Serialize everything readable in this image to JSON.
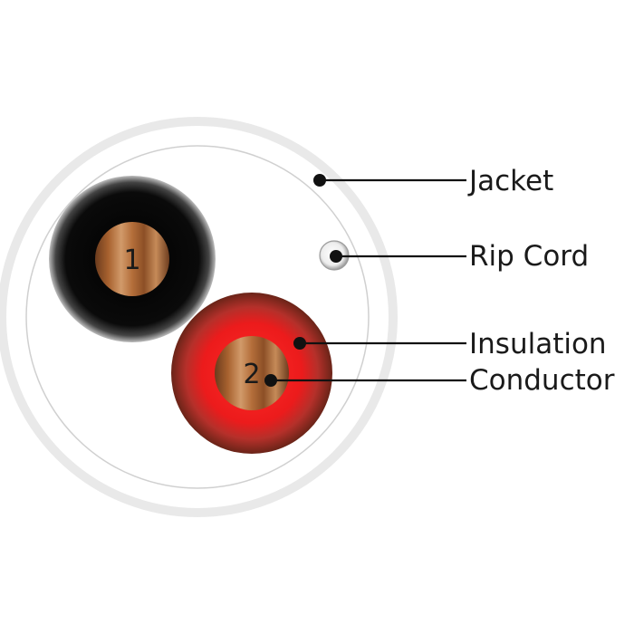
{
  "diagram": {
    "conductors": [
      {
        "number": "1",
        "insulation_color": "#000000"
      },
      {
        "number": "2",
        "insulation_color": "#e8141a"
      }
    ],
    "labels": {
      "jacket": "Jacket",
      "rip_cord": "Rip Cord",
      "insulation": "Insulation",
      "conductor": "Conductor"
    },
    "colors": {
      "jacket": "#f4f4f4",
      "copper": "#b5703c",
      "insulation_1": "#000000",
      "insulation_2": "#e8141a"
    }
  }
}
